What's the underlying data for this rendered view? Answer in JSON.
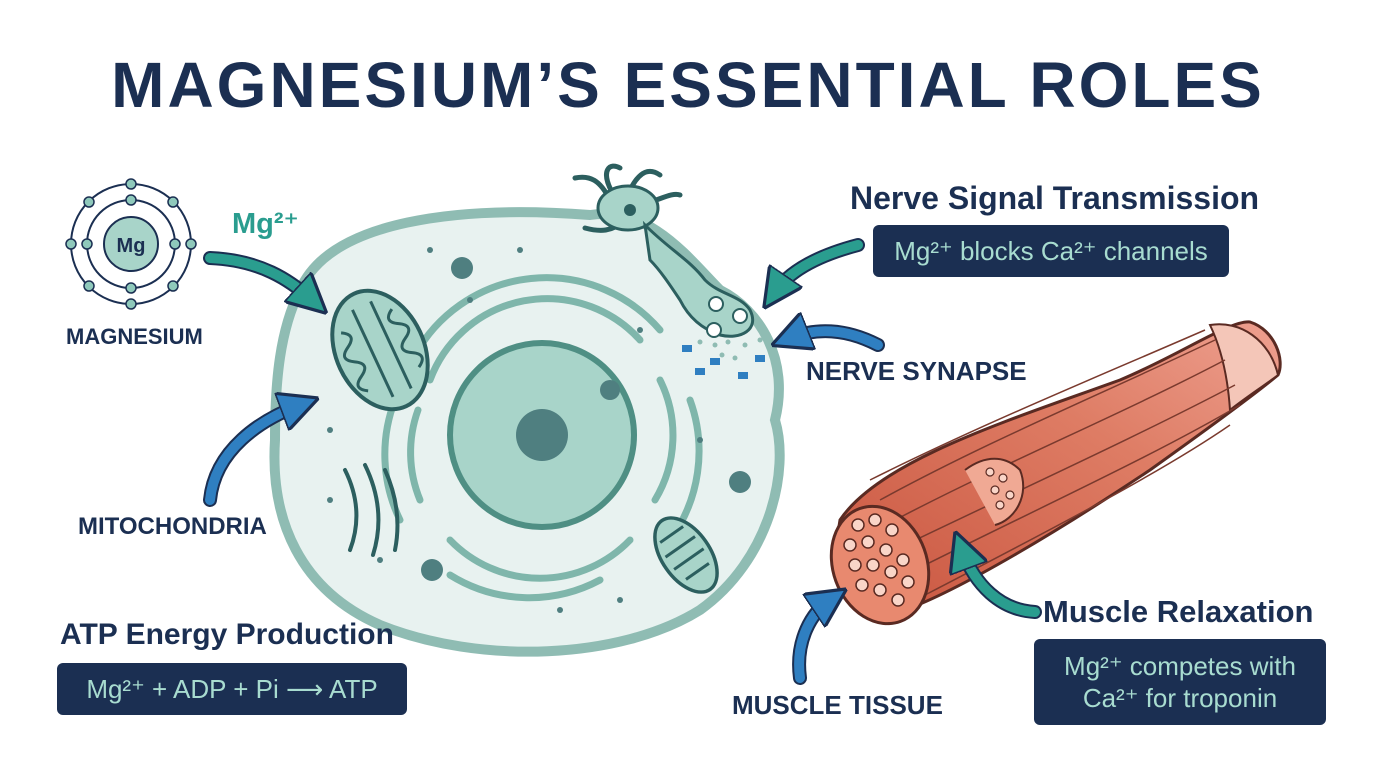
{
  "title": "MAGNESIUM’S ESSENTIAL ROLES",
  "atom": {
    "symbol": "Mg",
    "label": "MAGNESIUM"
  },
  "ion_label": "Mg²⁺",
  "labels": {
    "mitochondria": "MITOCHONDRIA",
    "nerve_synapse": "NERVE SYNAPSE",
    "muscle_tissue": "MUSCLE TISSUE"
  },
  "roles": {
    "atp": {
      "heading": "ATP Energy Production",
      "detail": "Mg²⁺ + ADP + Pi ⟶ ATP"
    },
    "nerve": {
      "heading": "Nerve Signal Transmission",
      "detail": "Mg²⁺ blocks Ca²⁺ channels"
    },
    "muscle": {
      "heading": "Muscle Relaxation",
      "detail_line1": "Mg²⁺ competes with",
      "detail_line2": "Ca²⁺ for troponin"
    }
  },
  "colors": {
    "navy": "#1b2f52",
    "teal": "#2a9d8f",
    "blue_arrow": "#2f7fc1",
    "cell_fill": "#e8f2f0",
    "cell_border": "#8fbcb3",
    "muscle": "#d86f5a"
  }
}
